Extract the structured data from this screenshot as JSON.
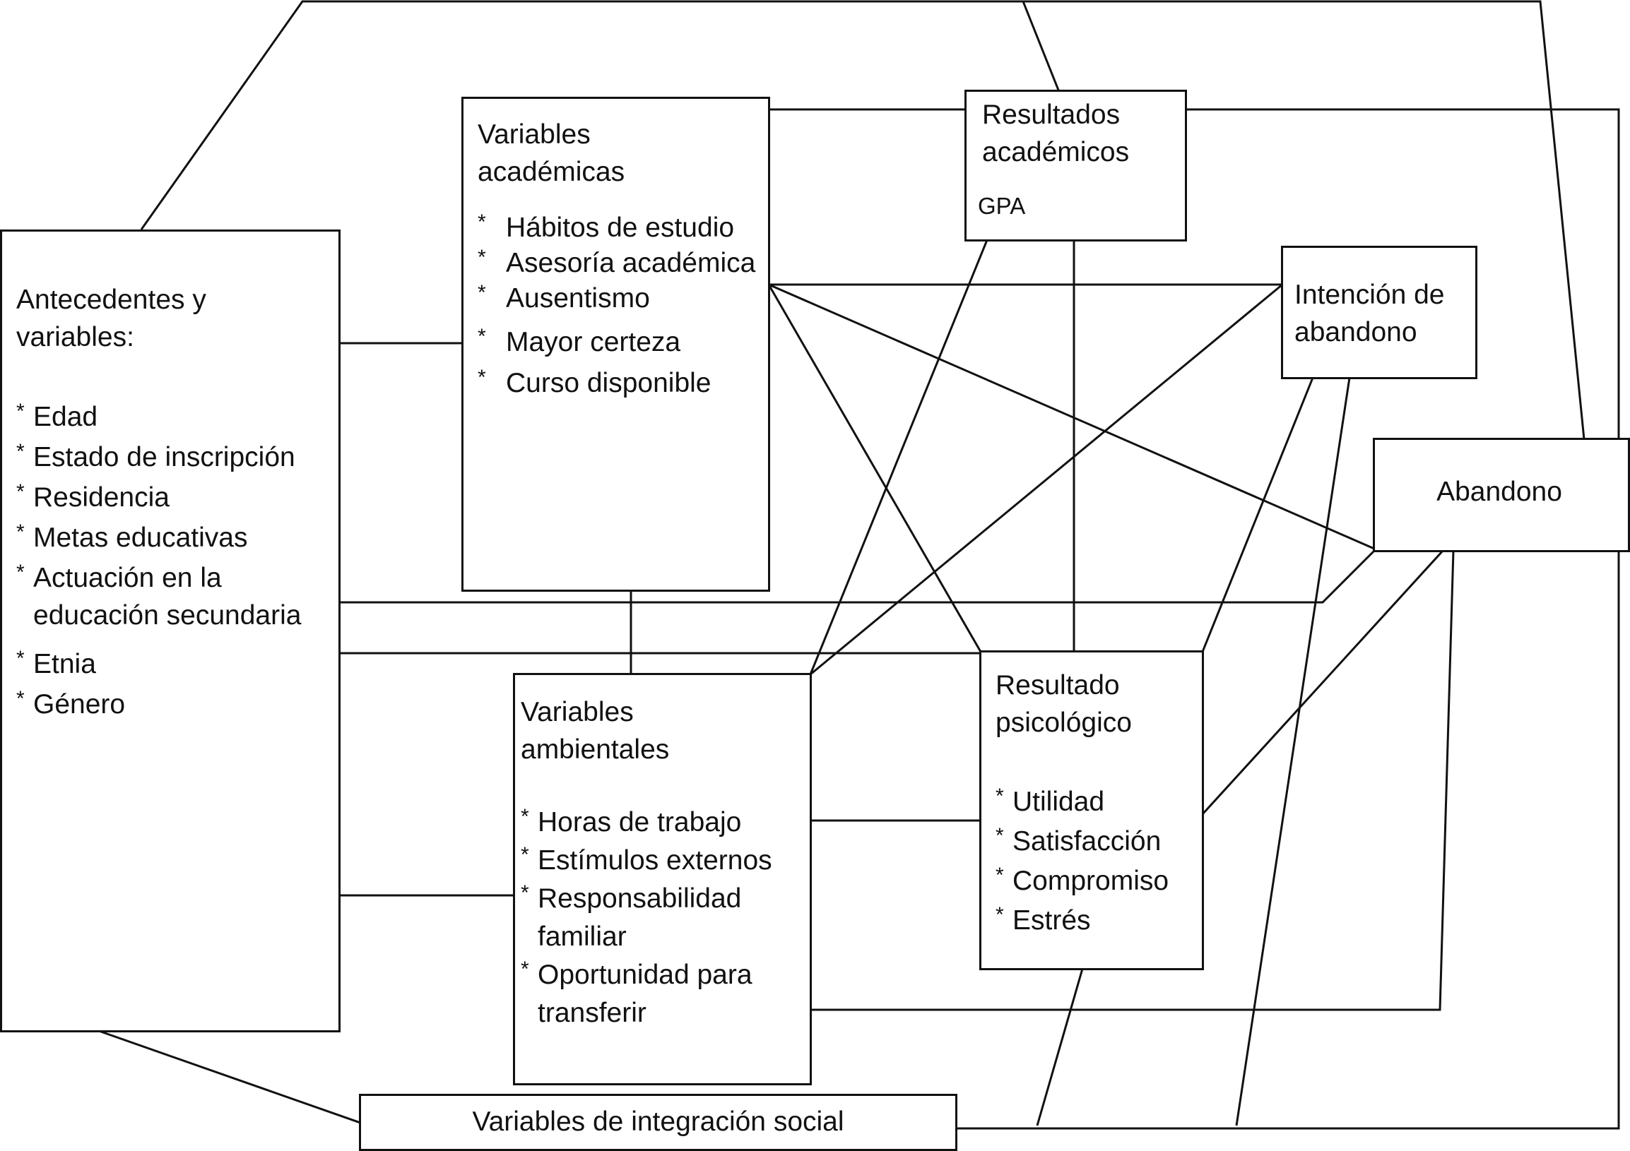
{
  "diagram": {
    "boxes": {
      "antecedentes": {
        "title": "Antecedentes y\nvariables:",
        "items": [
          "Edad",
          "Estado de inscripción",
          "Residencia",
          "Metas educativas",
          "Actuación en la\neducación secundaria",
          "Etnia",
          "Género"
        ]
      },
      "academicas": {
        "title": "Variables\nacadémicas",
        "items": [
          "Hábitos de estudio",
          "Asesoría académica",
          "Ausentismo",
          "Mayor certeza",
          "Curso disponible"
        ]
      },
      "resultados": {
        "title": "Resultados\nacadémicos",
        "sub": "GPA"
      },
      "intencion": {
        "title": "Intención de\nabandono"
      },
      "abandono": {
        "title": "Abandono"
      },
      "ambientales": {
        "title": "Variables\nambientales",
        "items": [
          "Horas de trabajo",
          "Estímulos externos",
          "Responsabilidad\nfamiliar",
          "Oportunidad para\ntransferir"
        ]
      },
      "psicologico": {
        "title": "Resultado\npsicológico",
        "items": [
          "Utilidad",
          "Satisfacción",
          "Compromiso",
          "Estrés"
        ]
      },
      "integracion": {
        "title": "Variables de integración social"
      }
    }
  }
}
